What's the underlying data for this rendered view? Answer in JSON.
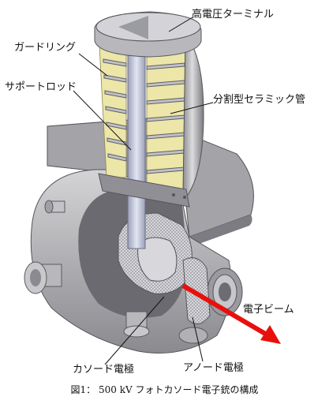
{
  "labels": {
    "hv_terminal": "高電圧ターミナル",
    "guard_ring": "ガードリング",
    "support_rod": "サポートロッド",
    "ceramic_tube": "分割型セラミック管",
    "electron_beam": "電子ビーム",
    "cathode_electrode": "カソード電極",
    "anode_electrode": "アノード電極"
  },
  "caption": "図1： 500 kV フォトカソード電子銃の構成",
  "colors": {
    "metal_light": "#d6d6d8",
    "metal_mid": "#a9a9ad",
    "metal_dark": "#6e6e73",
    "ceramic": "#ece6a8",
    "rod": "#c9cde0",
    "beam": "#e8100c"
  }
}
